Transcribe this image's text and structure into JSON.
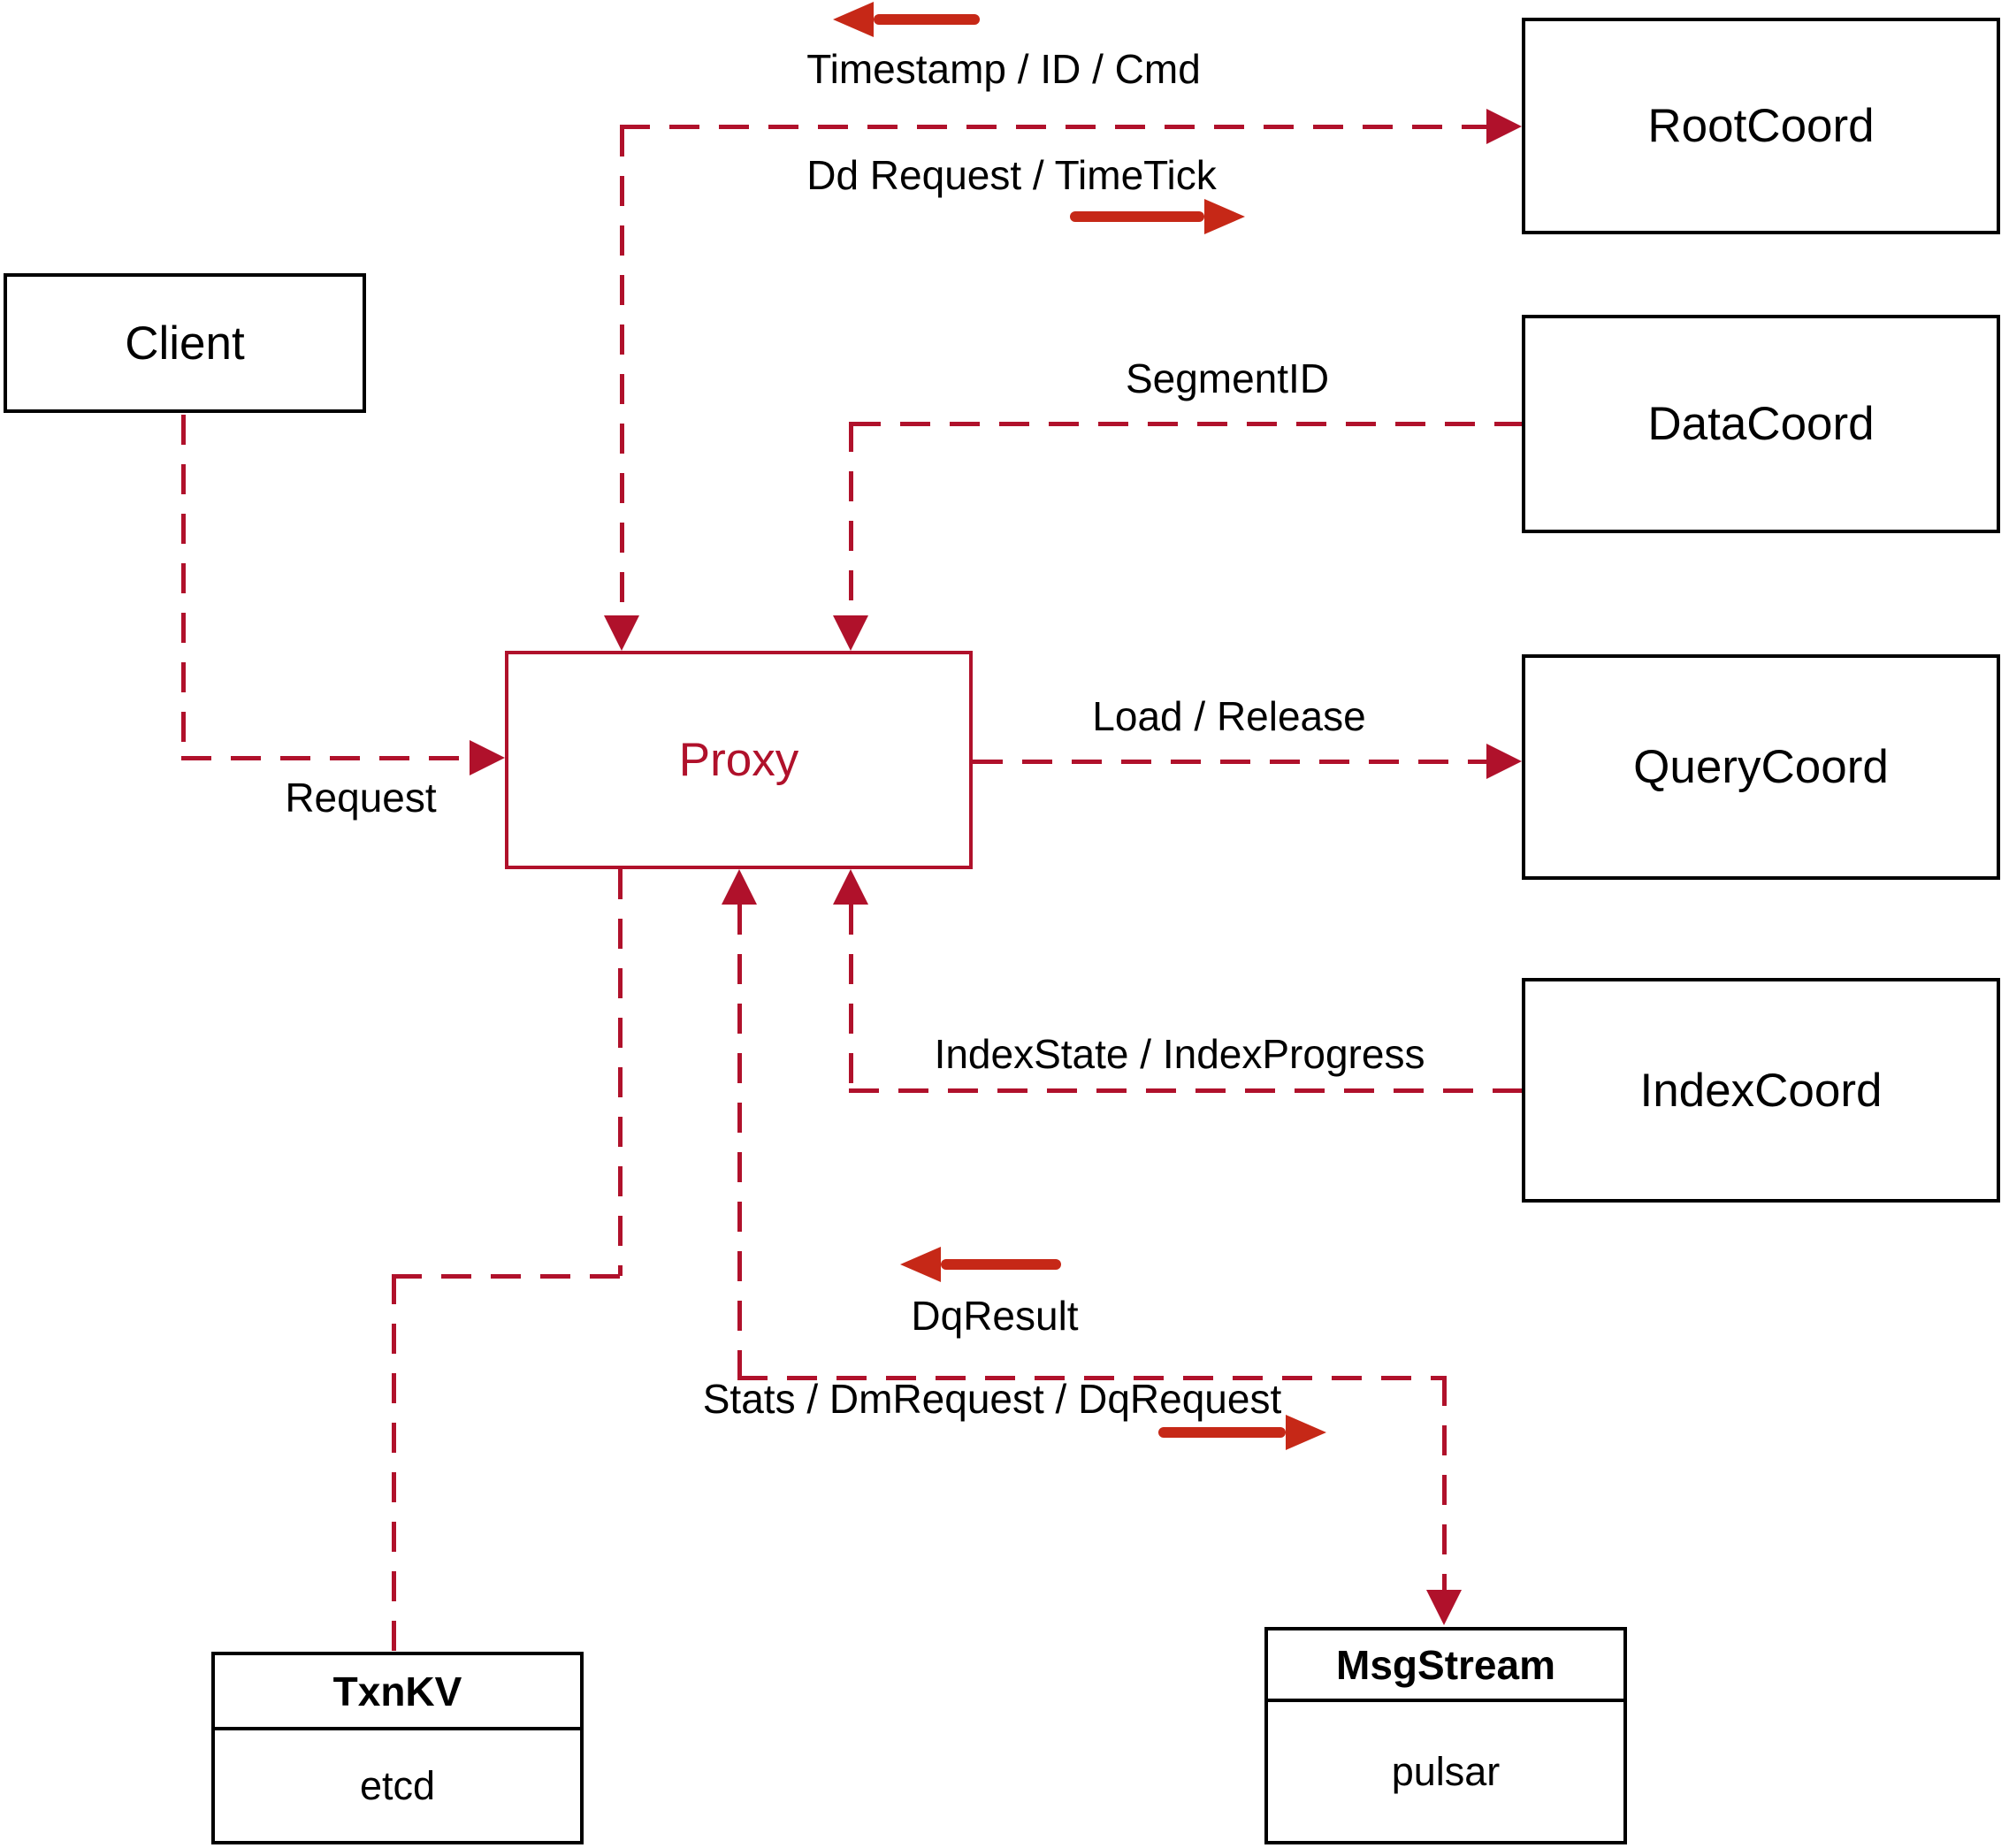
{
  "nodes": {
    "client": {
      "label": "Client"
    },
    "proxy": {
      "label": "Proxy"
    },
    "rootcoord": {
      "label": "RootCoord"
    },
    "datacoord": {
      "label": "DataCoord"
    },
    "querycoord": {
      "label": "QueryCoord"
    },
    "indexcoord": {
      "label": "IndexCoord"
    },
    "txnkv": {
      "title": "TxnKV",
      "impl": "etcd"
    },
    "msgstream": {
      "title": "MsgStream",
      "impl": "pulsar"
    }
  },
  "edges": {
    "request": {
      "label": "Request"
    },
    "timestamp_cmd": {
      "label": "Timestamp / ID / Cmd"
    },
    "dd_request": {
      "label": "Dd Request / TimeTick"
    },
    "segment_id": {
      "label": "SegmentID"
    },
    "load_release": {
      "label": "Load / Release"
    },
    "index_state": {
      "label": "IndexState / IndexProgress"
    },
    "dq_result": {
      "label": "DqResult"
    },
    "stats": {
      "label": "Stats / DmRequest / DqRequest"
    }
  },
  "colors": {
    "dashed_line": "#b0112b",
    "solid_arrow": "#c62817",
    "box_border": "#000000",
    "proxy_accent": "#b0112b"
  }
}
